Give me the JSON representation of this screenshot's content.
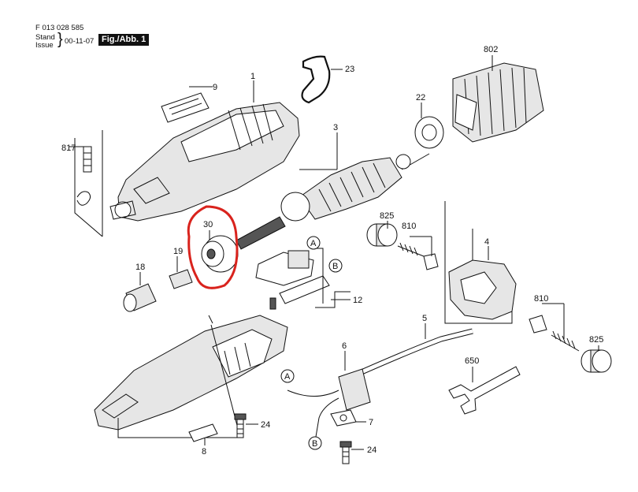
{
  "header": {
    "doc_number": "F 013 028 585",
    "stand": "Stand",
    "issue": "Issue",
    "date": "00-11-07",
    "figure": "Fig./Abb. 1"
  },
  "highlight_color": "#d9231d",
  "parts": {
    "p1": "1",
    "p3": "3",
    "p4": "4",
    "p5": "5",
    "p6": "6",
    "p7": "7",
    "p8": "8",
    "p9": "9",
    "p12": "12",
    "p18": "18",
    "p19": "19",
    "p22": "22",
    "p23": "23",
    "p24a": "24",
    "p24b": "24",
    "p30": "30",
    "p650": "650",
    "p802": "802",
    "p810a": "810",
    "p810b": "810",
    "p817": "817",
    "p825a": "825",
    "p825b": "825"
  },
  "connectors": {
    "A1": "A",
    "A2": "A",
    "B1": "B",
    "B2": "B"
  }
}
